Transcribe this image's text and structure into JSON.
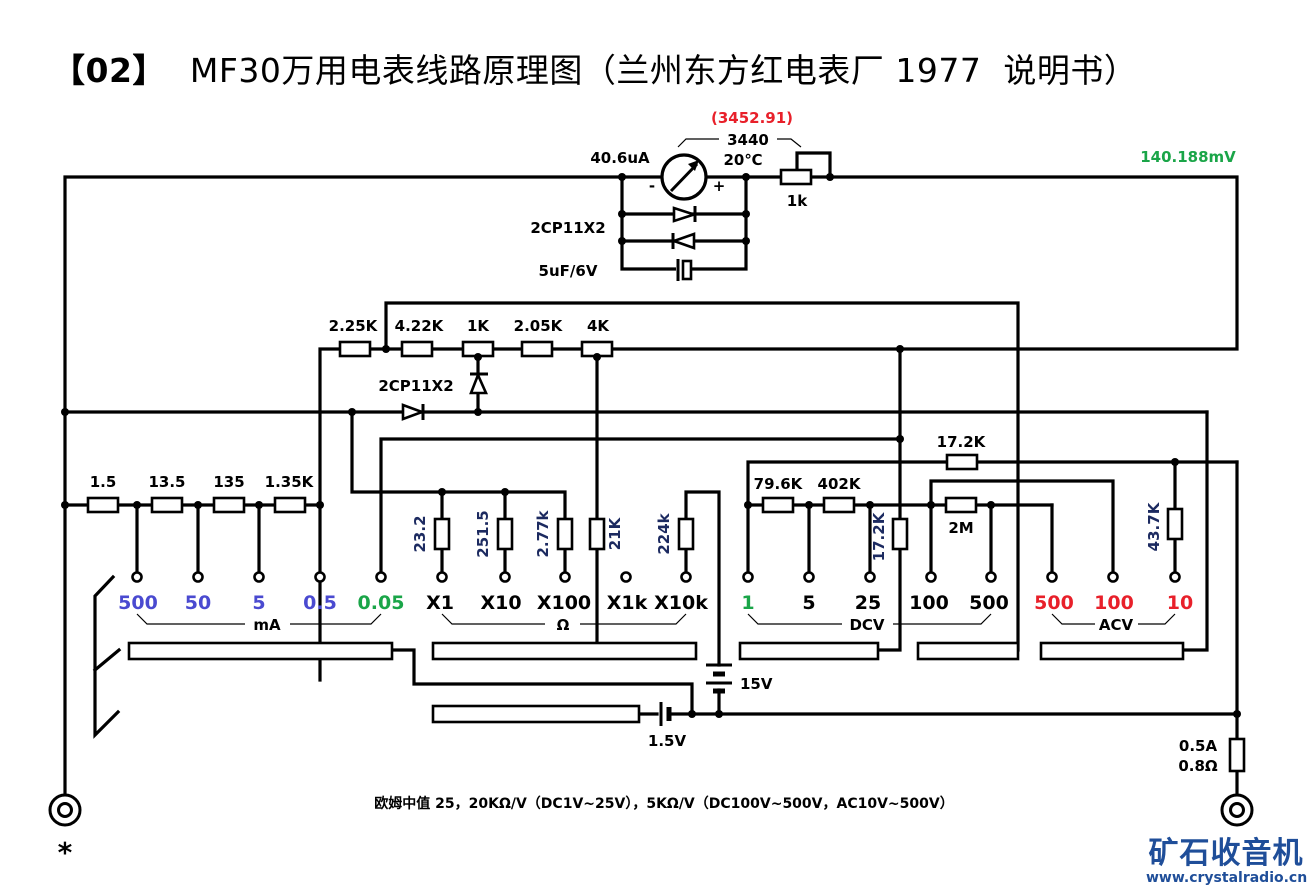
{
  "title": {
    "index": "【02】",
    "text": "MF30万用电表线路原理图（兰州东方红电表厂 1977  说明书）"
  },
  "meter": {
    "resistance_measured": "(3452.91)",
    "resistance_nominal": "3440",
    "temperature": "20℃",
    "current": "40.6uA",
    "minus": "-",
    "plus": "+",
    "pot": "1k",
    "voltage": "140.188mV",
    "diode_label": "2CP11X2",
    "cap_label": "5uF/6V"
  },
  "shunt_chain": {
    "resistors": [
      "2.25K",
      "4.22K",
      "1K",
      "2.05K",
      "4K"
    ],
    "diode_label": "2CP11X2"
  },
  "ma_section": {
    "resistors": [
      "1.5",
      "13.5",
      "135",
      "1.35K"
    ],
    "ranges": [
      "500",
      "50",
      "5",
      "0.5",
      "0.05"
    ],
    "unit": "mA"
  },
  "ohm_section": {
    "resistors": [
      "23.2",
      "251.5",
      "2.77k",
      "21K",
      "224k"
    ],
    "ranges": [
      "X1",
      "X10",
      "X100",
      "X1k",
      "X10k"
    ],
    "unit": "Ω"
  },
  "dcv_section": {
    "resistors": [
      "79.6K",
      "402K",
      "17.2K",
      "2M"
    ],
    "ranges": [
      "1",
      "5",
      "25",
      "100",
      "500"
    ],
    "unit": "DCV"
  },
  "acv_section": {
    "resistors": [
      "17.2K",
      "43.7K"
    ],
    "ranges": [
      "500",
      "100",
      "10"
    ],
    "unit": "ACV"
  },
  "batteries": {
    "high": "15V",
    "low": "1.5V"
  },
  "fuse": {
    "rating": "0.5A",
    "resistance": "0.8Ω"
  },
  "common_terminal": "*",
  "footnote": "欧姆中值 25，20KΩ/V（DC1V~25V），5KΩ/V（DC100V~500V，AC10V~500V）",
  "brand": {
    "name": "矿石收音机",
    "url": "www.crystalradio.cn"
  },
  "colors": {
    "red": "#e8202a",
    "green": "#1aa548",
    "blue": "#4a4ad0",
    "black": "#000000",
    "brand": "#1f4e99"
  }
}
